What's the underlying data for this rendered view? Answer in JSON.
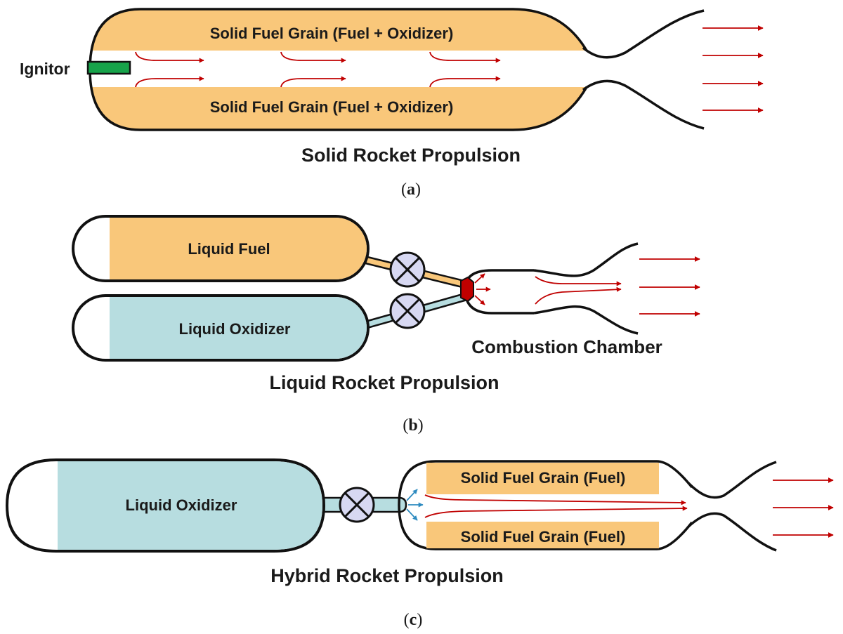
{
  "colors": {
    "fuel": "#f9c77a",
    "oxidizer": "#b7dde0",
    "ignitor": "#17a34a",
    "valve": "#d7d8f2",
    "injector": "#c00000",
    "flow_arrow": "#c00000",
    "oxidizer_spray": "#2e8bc0",
    "outline": "#111111"
  },
  "panel_a": {
    "grain_top_label": "Solid Fuel Grain (Fuel + Oxidizer)",
    "grain_bottom_label": "Solid Fuel Grain (Fuel + Oxidizer)",
    "ignitor_label": "Ignitor",
    "title": "Solid Rocket Propulsion",
    "caption_open": "(",
    "caption_letter": "a",
    "caption_close": ")"
  },
  "panel_b": {
    "fuel_tank_label": "Liquid Fuel",
    "oxidizer_tank_label": "Liquid Oxidizer",
    "chamber_label": "Combustion Chamber",
    "title": "Liquid Rocket Propulsion",
    "caption_open": "(",
    "caption_letter": "b",
    "caption_close": ")"
  },
  "panel_c": {
    "oxidizer_tank_label": "Liquid Oxidizer",
    "grain_top_label": "Solid Fuel Grain (Fuel)",
    "grain_bottom_label": "Solid Fuel Grain (Fuel)",
    "title": "Hybrid Rocket Propulsion",
    "caption_open": "(",
    "caption_letter": "c",
    "caption_close": ")"
  }
}
